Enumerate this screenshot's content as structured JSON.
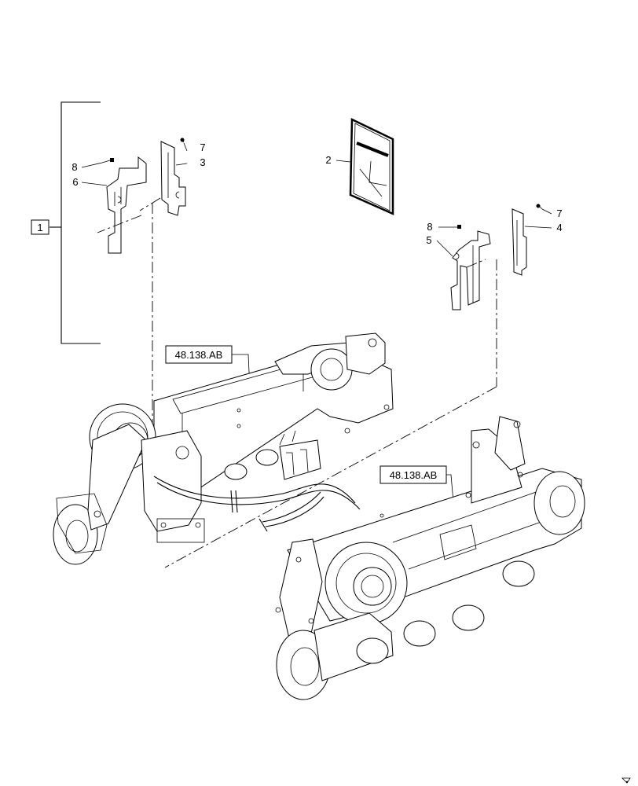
{
  "diagram": {
    "callouts": {
      "group": "1",
      "manual": "2",
      "plate_right_upper": "3",
      "plate_right_lower": "4",
      "plate_left_lower": "5",
      "plate_left_upper": "6",
      "screw_upper": "7",
      "screw_lower": "7",
      "nut_upper": "8",
      "nut_lower": "8"
    },
    "references": {
      "ref_left": "48.138.AB",
      "ref_right": "48.138.AB"
    }
  }
}
